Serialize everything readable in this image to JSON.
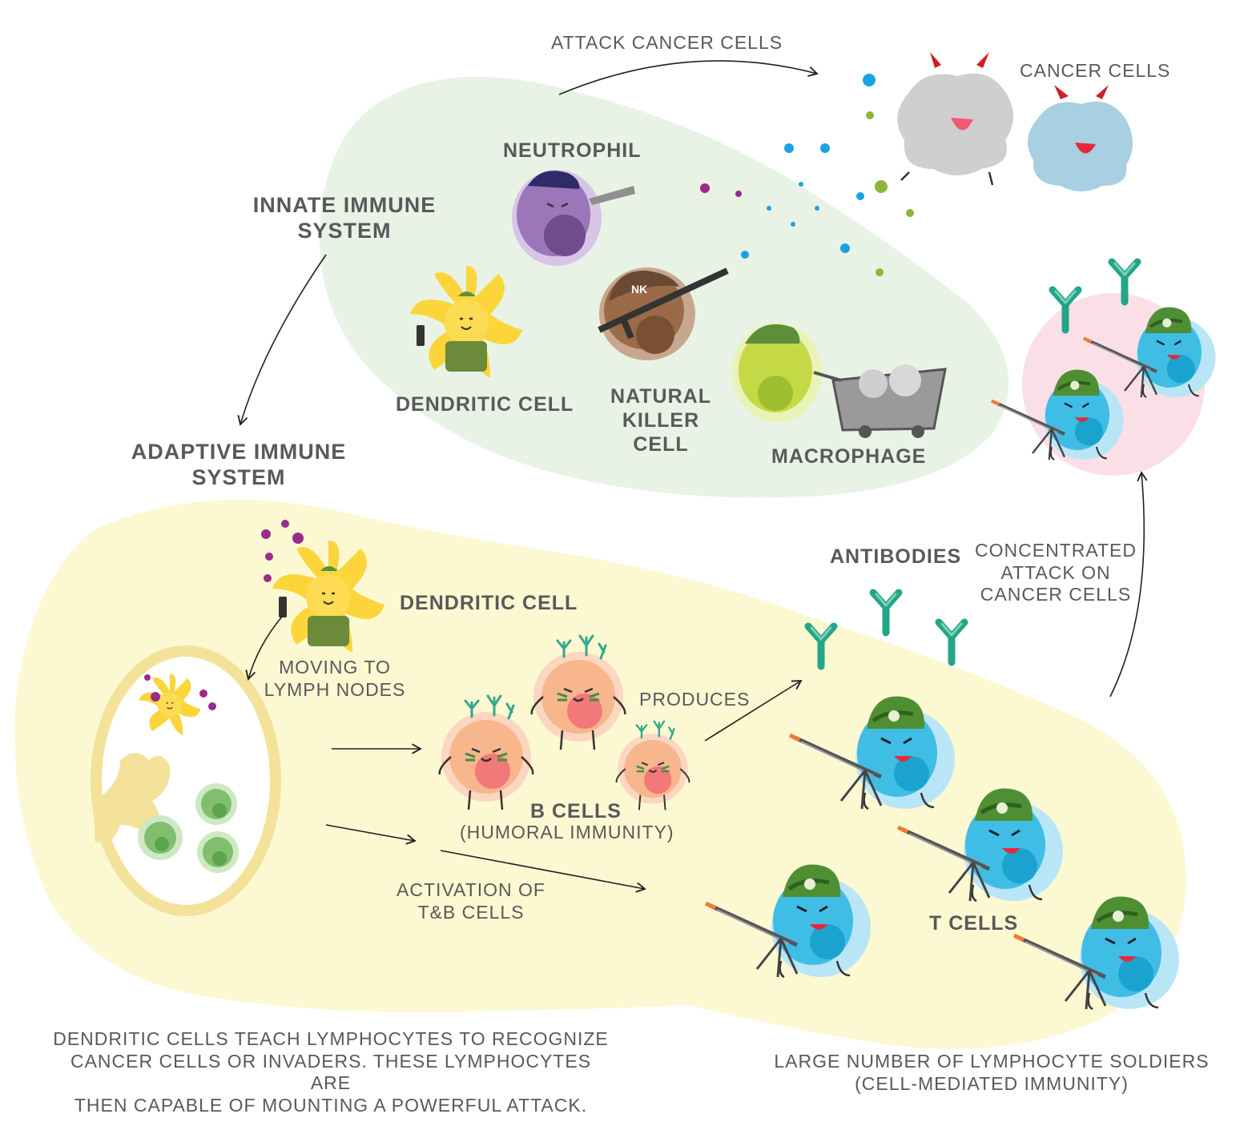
{
  "labels": {
    "attack_cancer_cells": "ATTACK CANCER CELLS",
    "cancer_cells": "CANCER CELLS",
    "neutrophil": "NEUTROPHIL",
    "innate_line1": "INNATE IMMUNE",
    "innate_line2": "SYSTEM",
    "dendritic_cell_top": "DENDRITIC CELL",
    "nk_line1": "NATURAL",
    "nk_line2": "KILLER CELL",
    "macrophage": "MACROPHAGE",
    "adaptive_line1": "ADAPTIVE IMMUNE",
    "adaptive_line2": "SYSTEM",
    "dendritic_cell_bottom": "DENDRITIC CELL",
    "moving_line1": "MOVING TO",
    "moving_line2": "LYMPH NODES",
    "antibodies": "ANTIBODIES",
    "concentrated_line1": "CONCENTRATED",
    "concentrated_line2": "ATTACK ON",
    "concentrated_line3": "CANCER CELLS",
    "produces": "PRODUCES",
    "b_cells": "B CELLS",
    "humoral": "(HUMORAL IMMUNITY)",
    "activation_line1": "ACTIVATION OF",
    "activation_line2": "T&B CELLS",
    "t_cells": "T CELLS",
    "footer_left_line1": "DENDRITIC CELLS TEACH LYMPHOCYTES TO RECOGNIZE",
    "footer_left_line2": "CANCER CELLS OR INVADERS. THESE LYMPHOCYTES ARE",
    "footer_left_line3": "THEN CAPABLE OF MOUNTING A POWERFUL ATTACK.",
    "footer_right_line1": "LARGE NUMBER OF LYMPHOCYTE SOLDIERS",
    "footer_right_line2": "(CELL-MEDIATED IMMUNITY)",
    "nk_cap": "NK"
  },
  "colors": {
    "text": "#58595b",
    "innate_region": "#e8f3e6",
    "adaptive_region": "#fcf8d2",
    "target_region": "#fbdfe6",
    "lymph_node": "#f4e29a",
    "t_cell": "#2fb2dc",
    "b_cell": "#f6b086",
    "antibody": "#27a88a",
    "neutrophil": "#9b76b8",
    "nk_cell": "#9b6a48",
    "macrophage": "#c4d945",
    "dendritic": "#fcd53a",
    "helmet": "#5b8f3a"
  },
  "icons": [
    "tcell-soldier-icon",
    "bcell-icon",
    "antibody-icon",
    "neutrophil-icon",
    "nk-cell-icon",
    "macrophage-icon",
    "dendritic-cell-icon",
    "cancer-cell-icon",
    "lymph-node-icon",
    "arrow-icon"
  ]
}
